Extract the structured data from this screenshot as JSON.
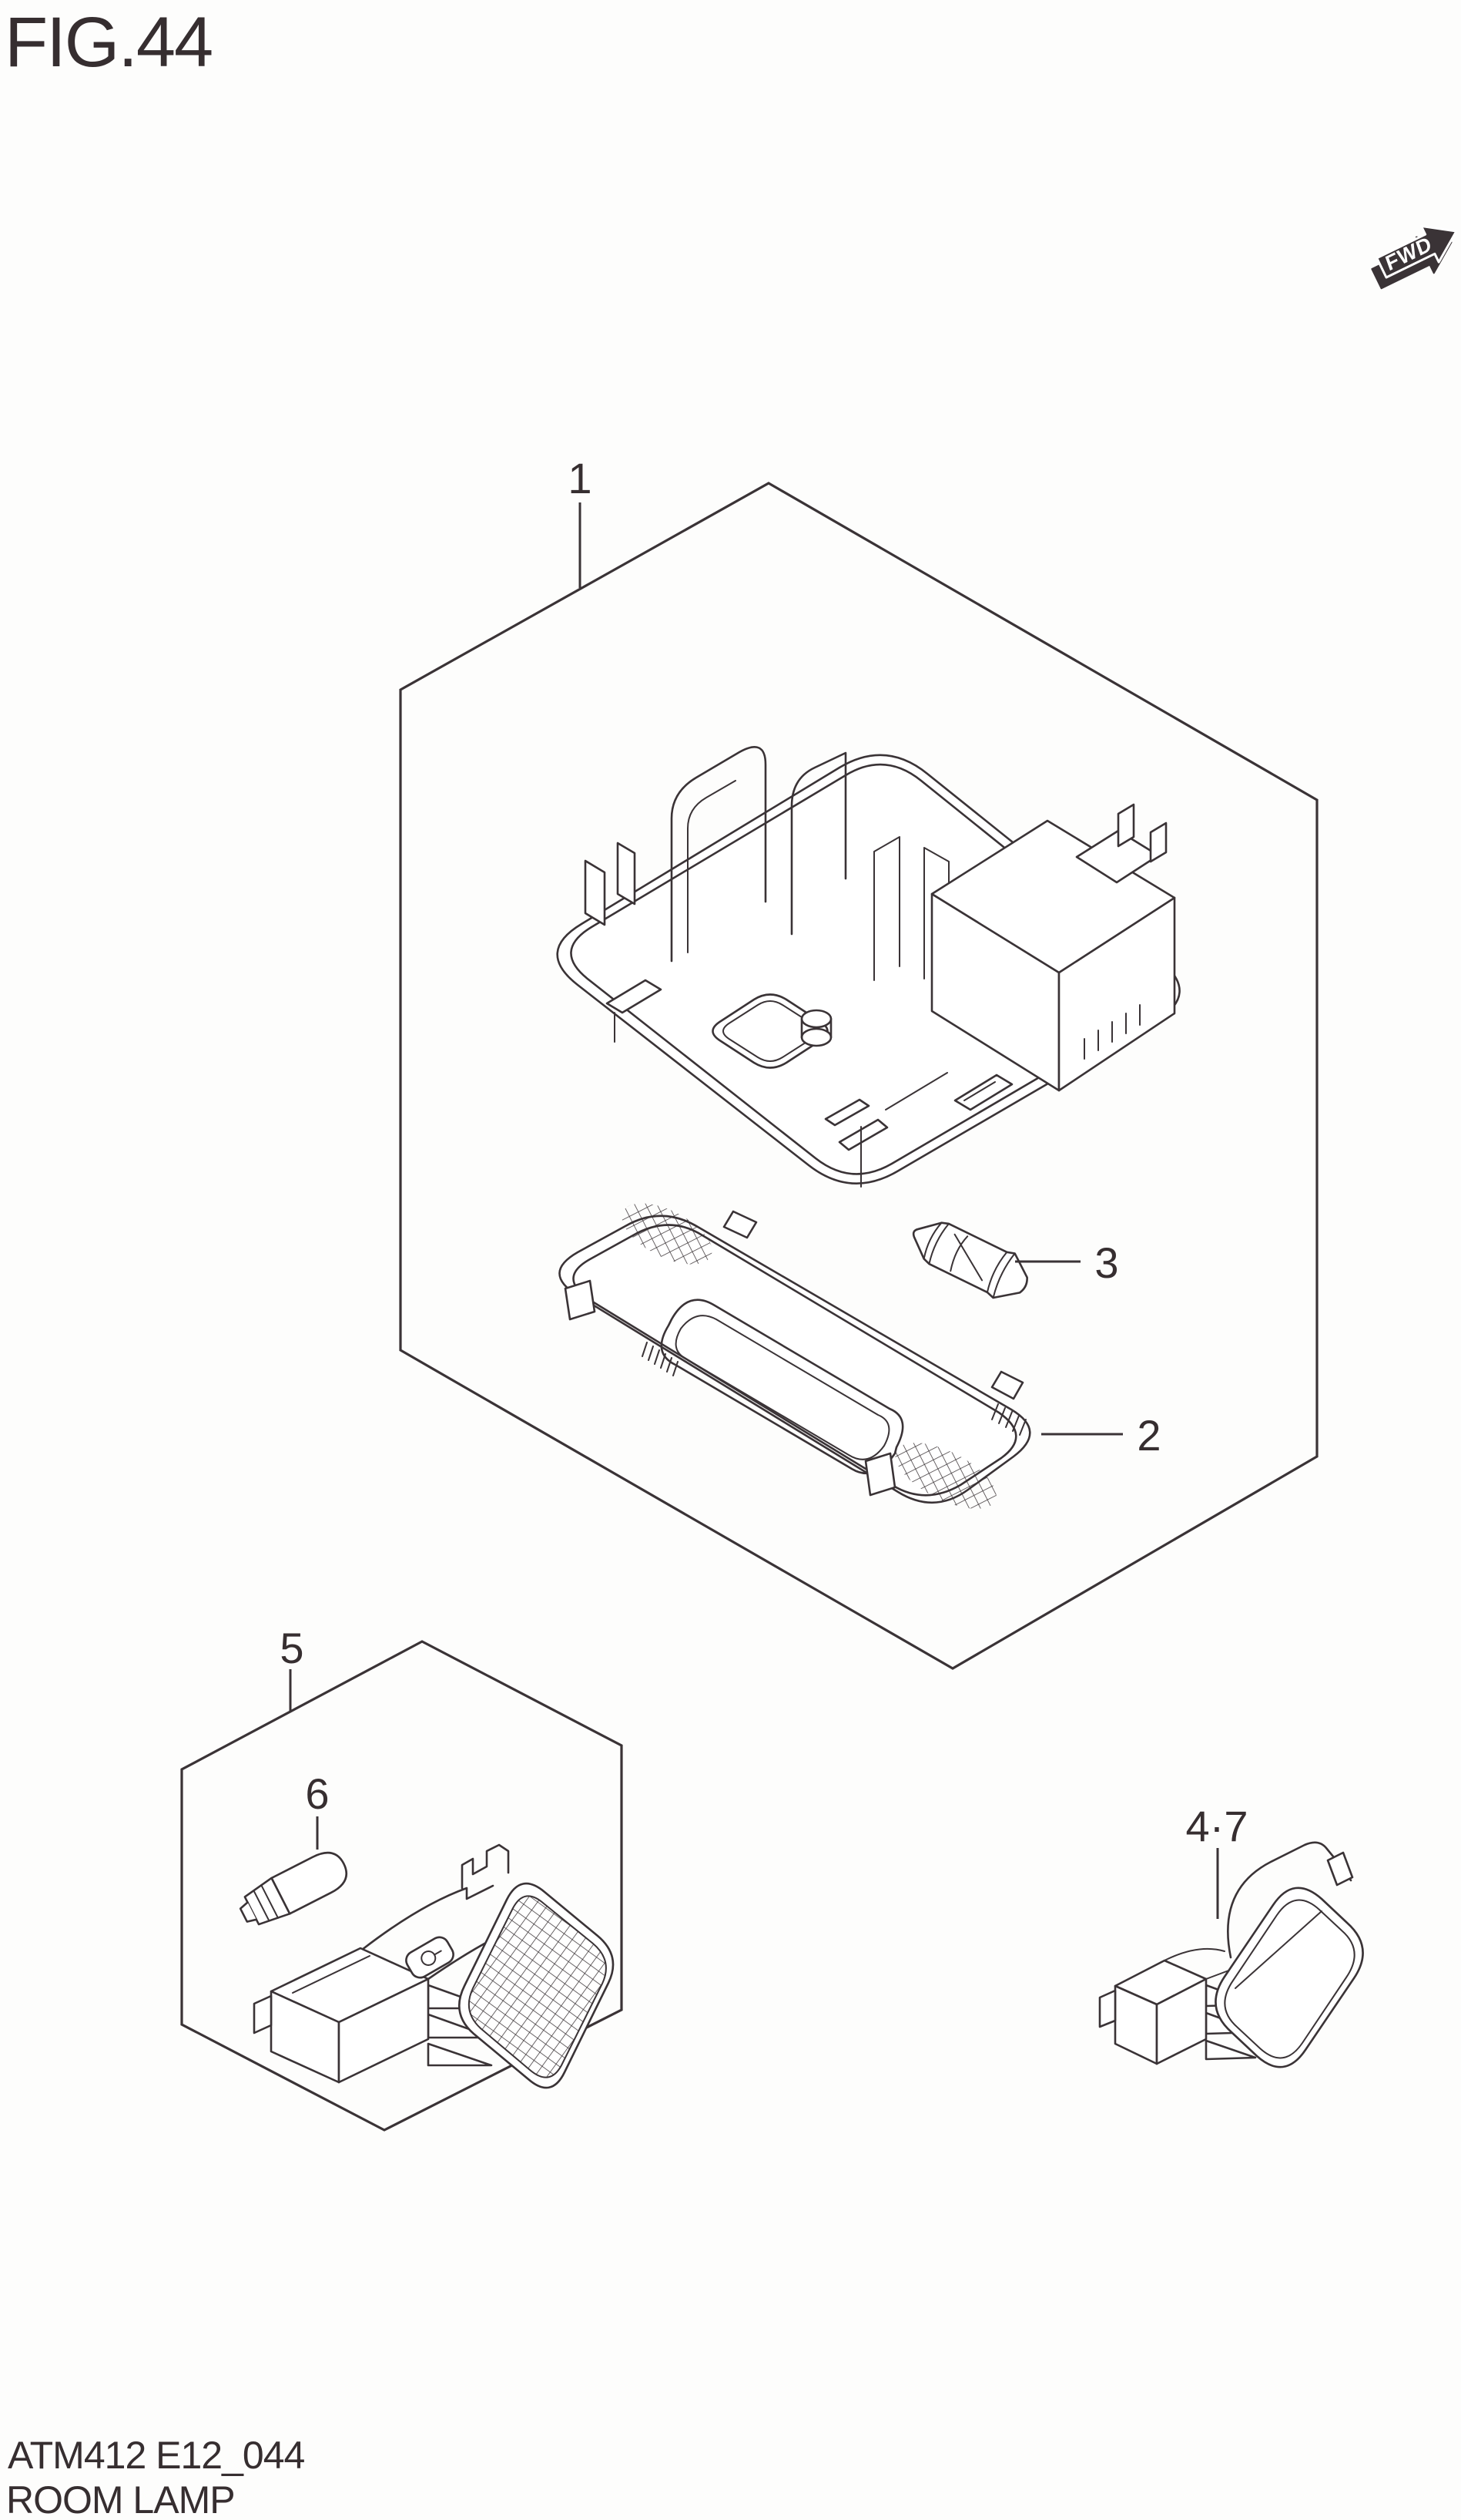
{
  "page": {
    "background": "#fdfdfc"
  },
  "figure": {
    "title": "FIG.44"
  },
  "direction_indicator": {
    "label": "FWD"
  },
  "callouts": {
    "part1": {
      "label": "1"
    },
    "part2": {
      "label": "2"
    },
    "part3": {
      "label": "3"
    },
    "part5": {
      "label": "5"
    },
    "part6": {
      "label": "6"
    },
    "part4_7": {
      "label": "4·7"
    }
  },
  "footer": {
    "drawing_code": "ATM412 E12_044",
    "drawing_title": "ROOM LAMP"
  },
  "colors": {
    "line": "#3a3336",
    "text": "#362e30",
    "fwd_fill": "#3a3336",
    "fwd_text": "#ffffff",
    "background": "#fdfdfc"
  }
}
